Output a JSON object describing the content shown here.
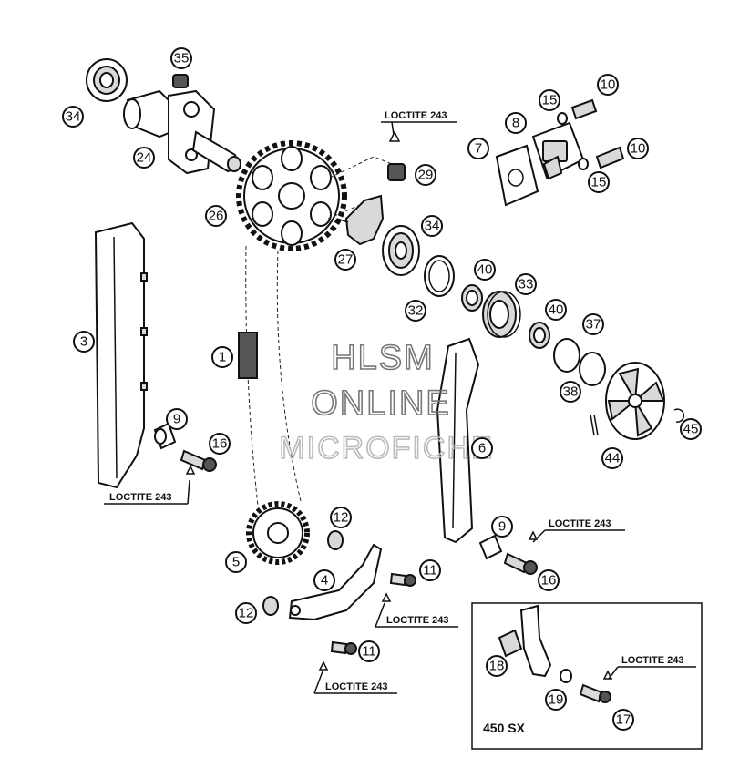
{
  "callouts": [
    {
      "id": "c35",
      "label": "35"
    },
    {
      "id": "c34a",
      "label": "34"
    },
    {
      "id": "c24",
      "label": "24"
    },
    {
      "id": "c26",
      "label": "26"
    },
    {
      "id": "c29",
      "label": "29"
    },
    {
      "id": "c27",
      "label": "27"
    },
    {
      "id": "c15a",
      "label": "15"
    },
    {
      "id": "c10a",
      "label": "10"
    },
    {
      "id": "c8",
      "label": "8"
    },
    {
      "id": "c7",
      "label": "7"
    },
    {
      "id": "c10b",
      "label": "10"
    },
    {
      "id": "c15b",
      "label": "15"
    },
    {
      "id": "c34b",
      "label": "34"
    },
    {
      "id": "c40a",
      "label": "40"
    },
    {
      "id": "c33",
      "label": "33"
    },
    {
      "id": "c32",
      "label": "32"
    },
    {
      "id": "c40b",
      "label": "40"
    },
    {
      "id": "c37",
      "label": "37"
    },
    {
      "id": "c38",
      "label": "38"
    },
    {
      "id": "c45",
      "label": "45"
    },
    {
      "id": "c44",
      "label": "44"
    },
    {
      "id": "c3",
      "label": "3"
    },
    {
      "id": "c1",
      "label": "1"
    },
    {
      "id": "c6",
      "label": "6"
    },
    {
      "id": "c9a",
      "label": "9"
    },
    {
      "id": "c16a",
      "label": "16"
    },
    {
      "id": "c9b",
      "label": "9"
    },
    {
      "id": "c16b",
      "label": "16"
    },
    {
      "id": "c12a",
      "label": "12"
    },
    {
      "id": "c5",
      "label": "5"
    },
    {
      "id": "c4",
      "label": "4"
    },
    {
      "id": "c11a",
      "label": "11"
    },
    {
      "id": "c12b",
      "label": "12"
    },
    {
      "id": "c11b",
      "label": "11"
    },
    {
      "id": "c18",
      "label": "18"
    },
    {
      "id": "c19",
      "label": "19"
    },
    {
      "id": "c17",
      "label": "17"
    }
  ],
  "notes": {
    "loctite": "LOCTITE 243"
  },
  "inset": {
    "label": "450 SX"
  },
  "watermark": {
    "line1": "HLSM",
    "line2": "ONLINE",
    "line3": "MICROFICHE"
  }
}
